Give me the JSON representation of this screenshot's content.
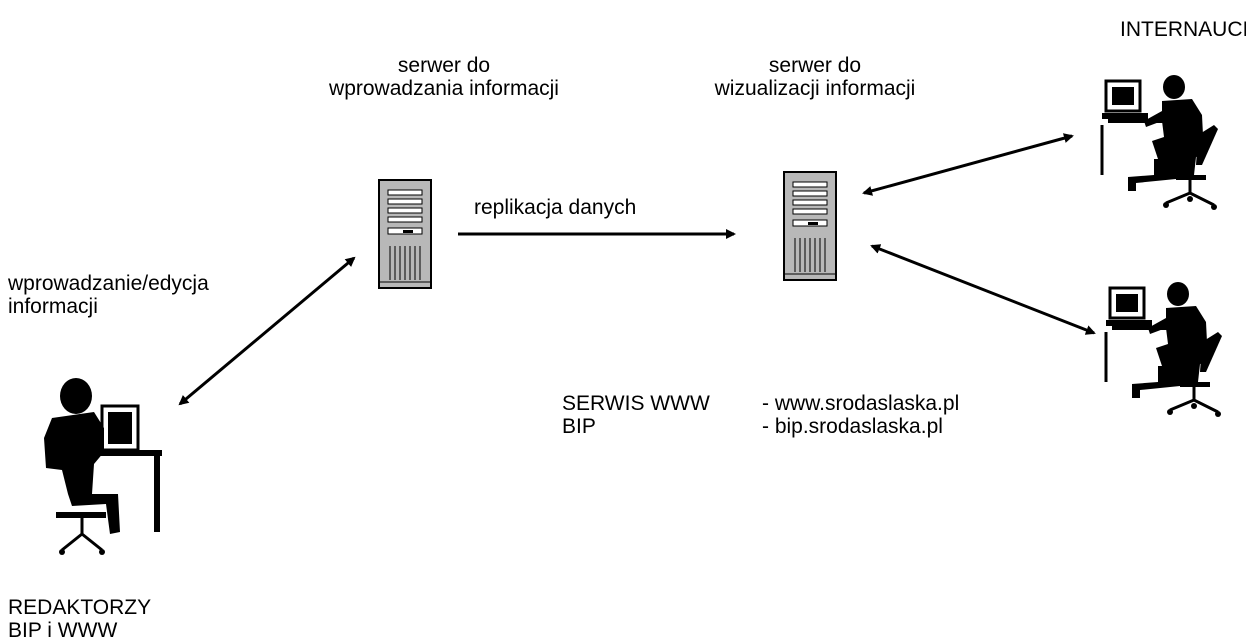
{
  "labels": {
    "server_input_line1": "serwer do",
    "server_input_line2": "wprowadzania informacji",
    "server_visual_line1": "serwer do",
    "server_visual_line2": "wizualizacji  informacji",
    "internauci": "INTERNAUCI",
    "replication": "replikacja danych",
    "edit_line1": "wprowadzanie/edycja",
    "edit_line2": "informacji",
    "redaktorzy_line1": "REDAKTORZY",
    "redaktorzy_line2": "BIP i WWW"
  },
  "services": [
    {
      "name": "SERWIS WWW",
      "address": "- www.srodaslaska.pl"
    },
    {
      "name": "BIP",
      "address": "- bip.srodaslaska.pl"
    }
  ]
}
